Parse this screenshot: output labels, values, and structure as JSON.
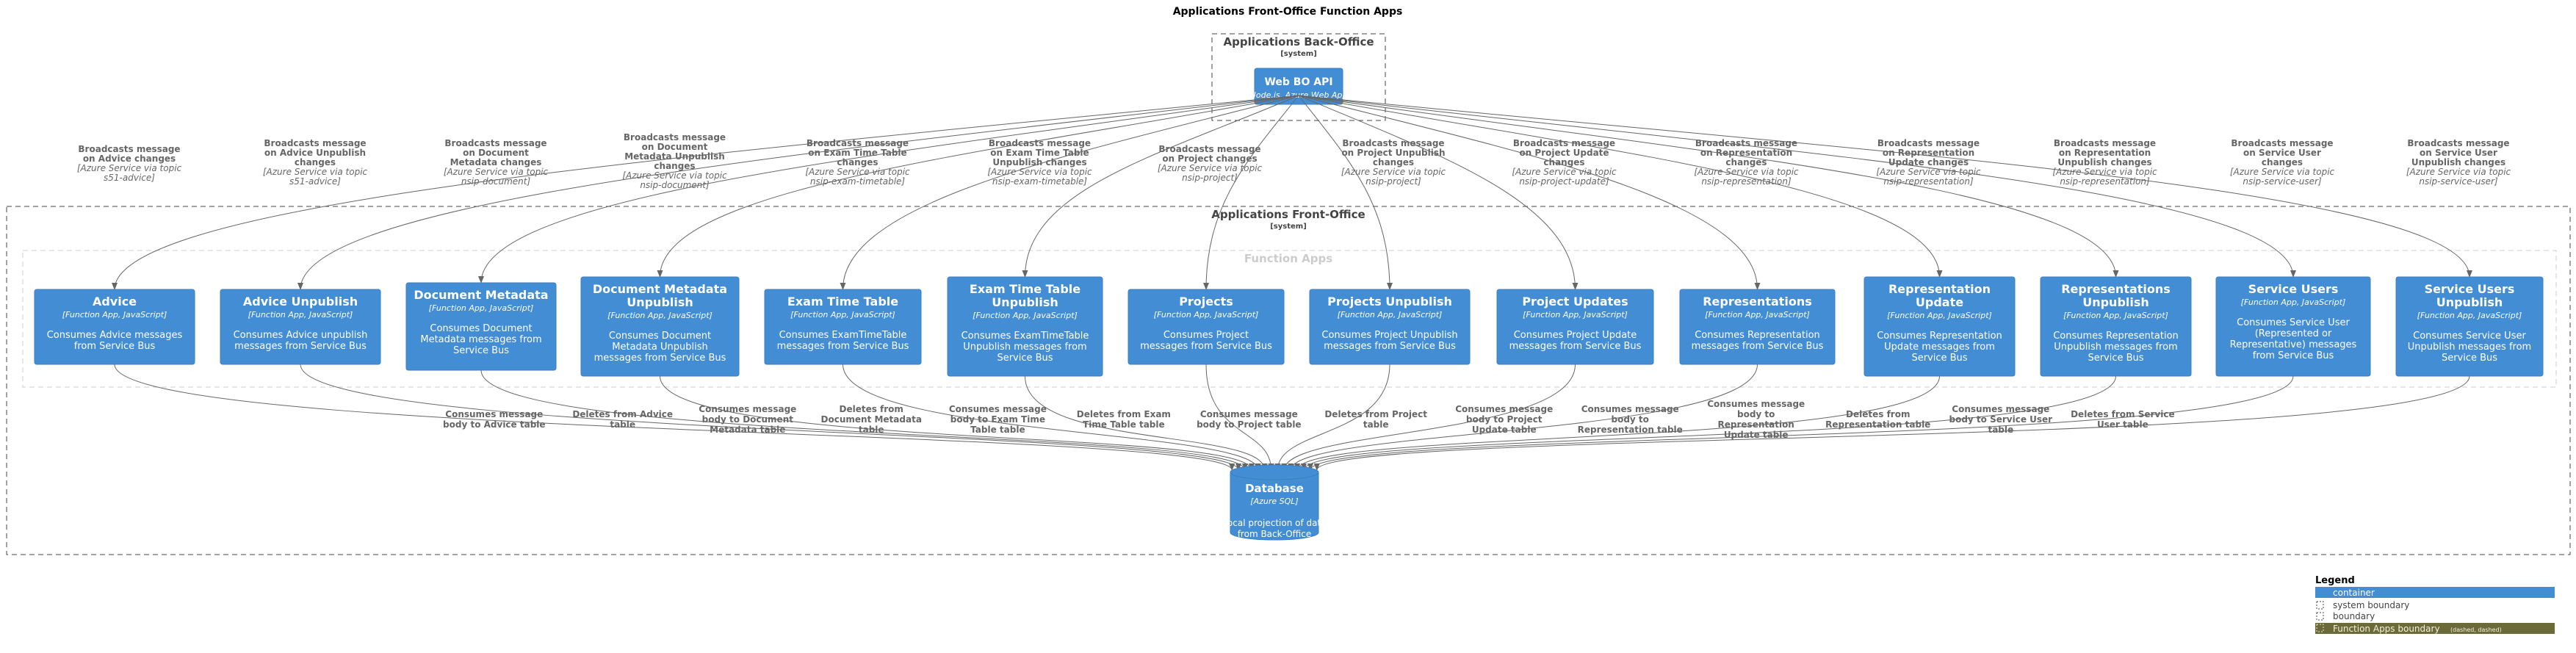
{
  "title": "Applications Front-Office Function Apps",
  "colors": {
    "container": "#438DD5",
    "container_border": "#3C7FC0",
    "boundary": "#444444",
    "function_boundary": "#CCCCCC",
    "edge": "#666666",
    "legend_fa": "#6B6B3A"
  },
  "boundaries": {
    "back_office": {
      "title": "Applications Back-Office",
      "type": "[system]"
    },
    "front_office": {
      "title": "Applications Front-Office",
      "type": "[system]"
    },
    "function_apps": {
      "title": "Function Apps"
    }
  },
  "webapi": {
    "title": "Web BO API",
    "tech": "[Node.js, Azure Web App]"
  },
  "database": {
    "title": "Database",
    "tech": "[Azure SQL]",
    "desc": [
      "Local projection of data",
      "from Back-Office"
    ]
  },
  "functions": [
    {
      "title": [
        "Advice"
      ],
      "tech": "[Function App, JavaScript]",
      "desc": [
        "Consumes Advice messages",
        "from Service Bus"
      ],
      "in_label": [
        "Broadcasts message",
        "on Advice changes"
      ],
      "in_tech": [
        "[Azure Service via topic",
        "s51-advice]"
      ],
      "out_label": [
        "Consumes message",
        "body to Advice table"
      ]
    },
    {
      "title": [
        "Advice Unpublish"
      ],
      "tech": "[Function App, JavaScript]",
      "desc": [
        "Consumes Advice unpublish",
        "messages from Service Bus"
      ],
      "in_label": [
        "Broadcasts message",
        "on Advice Unpublish",
        "changes"
      ],
      "in_tech": [
        "[Azure Service via topic",
        "s51-advice]"
      ],
      "out_label": [
        "Deletes from Advice",
        "table"
      ]
    },
    {
      "title": [
        "Document Metadata"
      ],
      "tech": "[Function App, JavaScript]",
      "desc": [
        "Consumes Document",
        "Metadata messages from",
        "Service Bus"
      ],
      "in_label": [
        "Broadcasts message",
        "on Document",
        "Metadata changes"
      ],
      "in_tech": [
        "[Azure Service via topic",
        "nsip-document]"
      ],
      "out_label": [
        "Consumes message",
        "body to Document",
        "Metadata table"
      ]
    },
    {
      "title": [
        "Document Metadata",
        "Unpublish"
      ],
      "tech": "[Function App, JavaScript]",
      "desc": [
        "Consumes Document",
        "Metadata Unpublish",
        "messages from Service Bus"
      ],
      "in_label": [
        "Broadcasts message",
        "on Document",
        "Metadata Unpublish",
        "changes"
      ],
      "in_tech": [
        "[Azure Service via topic",
        "nsip-document]"
      ],
      "out_label": [
        "Deletes from",
        "Document Metadata",
        "table"
      ]
    },
    {
      "title": [
        "Exam Time Table"
      ],
      "tech": "[Function App, JavaScript]",
      "desc": [
        "Consumes ExamTimeTable",
        "messages from Service Bus"
      ],
      "in_label": [
        "Broadcasts message",
        "on Exam Time Table",
        "changes"
      ],
      "in_tech": [
        "[Azure Service via topic",
        "nsip-exam-timetable]"
      ],
      "out_label": [
        "Consumes message",
        "body to Exam Time",
        "Table table"
      ]
    },
    {
      "title": [
        "Exam Time Table",
        "Unpublish"
      ],
      "tech": "[Function App, JavaScript]",
      "desc": [
        "Consumes ExamTimeTable",
        "Unpublish messages from",
        "Service Bus"
      ],
      "in_label": [
        "Broadcasts message",
        "on Exam Time Table",
        "Unpublish changes"
      ],
      "in_tech": [
        "[Azure Service via topic",
        "nsip-exam-timetable]"
      ],
      "out_label": [
        "Deletes from Exam",
        "Time Table table"
      ]
    },
    {
      "title": [
        "Projects"
      ],
      "tech": "[Function App, JavaScript]",
      "desc": [
        "Consumes Project",
        "messages from Service Bus"
      ],
      "in_label": [
        "Broadcasts message",
        "on Project changes"
      ],
      "in_tech": [
        "[Azure Service via topic",
        "nsip-project]"
      ],
      "out_label": [
        "Consumes message",
        "body to Project table"
      ]
    },
    {
      "title": [
        "Projects Unpublish"
      ],
      "tech": "[Function App, JavaScript]",
      "desc": [
        "Consumes Project Unpublish",
        "messages from Service Bus"
      ],
      "in_label": [
        "Broadcasts message",
        "on Project Unpublish",
        "changes"
      ],
      "in_tech": [
        "[Azure Service via topic",
        "nsip-project]"
      ],
      "out_label": [
        "Deletes from Project",
        "table"
      ]
    },
    {
      "title": [
        "Project Updates"
      ],
      "tech": "[Function App, JavaScript]",
      "desc": [
        "Consumes Project Update",
        "messages from Service Bus"
      ],
      "in_label": [
        "Broadcasts message",
        "on Project Update",
        "changes"
      ],
      "in_tech": [
        "[Azure Service via topic",
        "nsip-project-update]"
      ],
      "out_label": [
        "Consumes message",
        "body to Project",
        "Update table"
      ]
    },
    {
      "title": [
        "Representations"
      ],
      "tech": "[Function App, JavaScript]",
      "desc": [
        "Consumes Representation",
        "messages from Service Bus"
      ],
      "in_label": [
        "Broadcasts message",
        "on Representation",
        "changes"
      ],
      "in_tech": [
        "[Azure Service via topic",
        "nsip-representation]"
      ],
      "out_label": [
        "Consumes message",
        "body to",
        "Representation table"
      ]
    },
    {
      "title": [
        "Representation",
        "Update"
      ],
      "tech": "[Function App, JavaScript]",
      "desc": [
        "Consumes Representation",
        "Update messages from",
        "Service Bus"
      ],
      "in_label": [
        "Broadcasts message",
        "on Representation",
        "Update changes"
      ],
      "in_tech": [
        "[Azure Service via topic",
        "nsip-representation]"
      ],
      "out_label": [
        "Consumes message",
        "body to",
        "Representation",
        "Update table"
      ]
    },
    {
      "title": [
        "Representations",
        "Unpublish"
      ],
      "tech": "[Function App, JavaScript]",
      "desc": [
        "Consumes Representation",
        "Unpublish messages from",
        "Service Bus"
      ],
      "in_label": [
        "Broadcasts message",
        "on Representation",
        "Unpublish changes"
      ],
      "in_tech": [
        "[Azure Service via topic",
        "nsip-representation]"
      ],
      "out_label": [
        "Deletes from",
        "Representation table"
      ]
    },
    {
      "title": [
        "Service Users"
      ],
      "tech": "[Function App, JavaScript]",
      "desc": [
        "Consumes Service User",
        "(Represented or",
        "Representative) messages",
        "from Service Bus"
      ],
      "in_label": [
        "Broadcasts message",
        "on Service User",
        "changes"
      ],
      "in_tech": [
        "[Azure Service via topic",
        "nsip-service-user]"
      ],
      "out_label": [
        "Consumes message",
        "body to Service User",
        "table"
      ]
    },
    {
      "title": [
        "Service Users",
        "Unpublish"
      ],
      "tech": "[Function App, JavaScript]",
      "desc": [
        "Consumes Service User",
        "Unpublish messages from",
        "Service Bus"
      ],
      "in_label": [
        "Broadcasts message",
        "on Service User",
        "Unpublish changes"
      ],
      "in_tech": [
        "[Azure Service via topic",
        "nsip-service-user]"
      ],
      "out_label": [
        "Deletes from Service",
        "User table"
      ]
    }
  ],
  "legend": {
    "title": "Legend",
    "container": "container",
    "system_boundary": "system boundary",
    "boundary": "boundary",
    "function_apps_boundary": "Function Apps boundary",
    "function_apps_note": "(dashed, dashed)"
  }
}
